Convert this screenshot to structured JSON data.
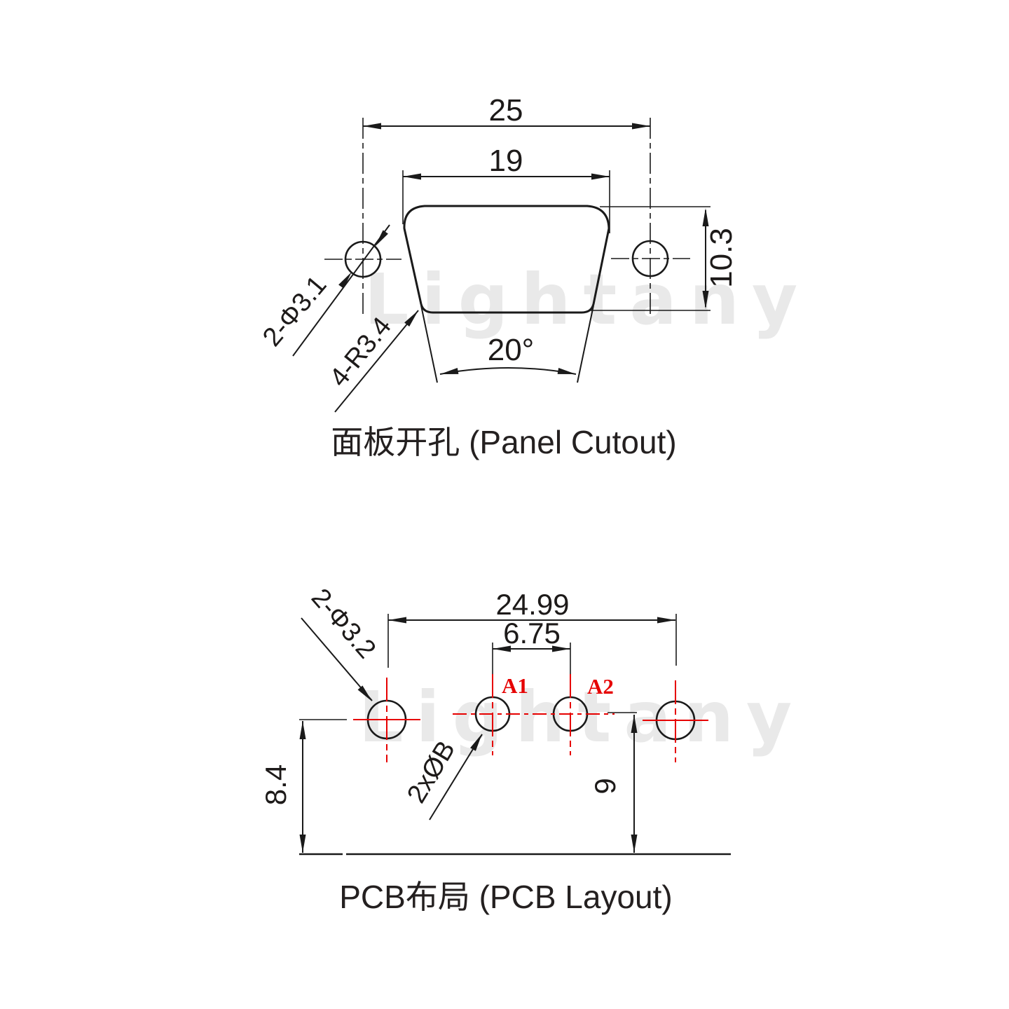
{
  "colors": {
    "line": "#1a1a1a",
    "red": "#e60000",
    "watermark": "#e9e9e9",
    "background": "#ffffff"
  },
  "watermark": {
    "text": "Lightany"
  },
  "panel_cutout": {
    "title": "面板开孔 (Panel Cutout)",
    "dim_outer_width": "25",
    "dim_inner_width": "19",
    "dim_height": "10.3",
    "dim_angle": "20°",
    "label_mount_holes": "2-Φ3.1",
    "label_corner_radius": "4-R3.4"
  },
  "pcb_layout": {
    "title": "PCB布局 (PCB Layout)",
    "dim_mount_spacing": "24.99",
    "dim_pin_spacing": "6.75",
    "dim_mount_to_edge": "8.4",
    "dim_pin_to_edge": "9",
    "label_mount_holes": "2-Φ3.2",
    "label_pin_holes": "2xØB",
    "pin_labels": [
      "A1",
      "A2"
    ]
  }
}
